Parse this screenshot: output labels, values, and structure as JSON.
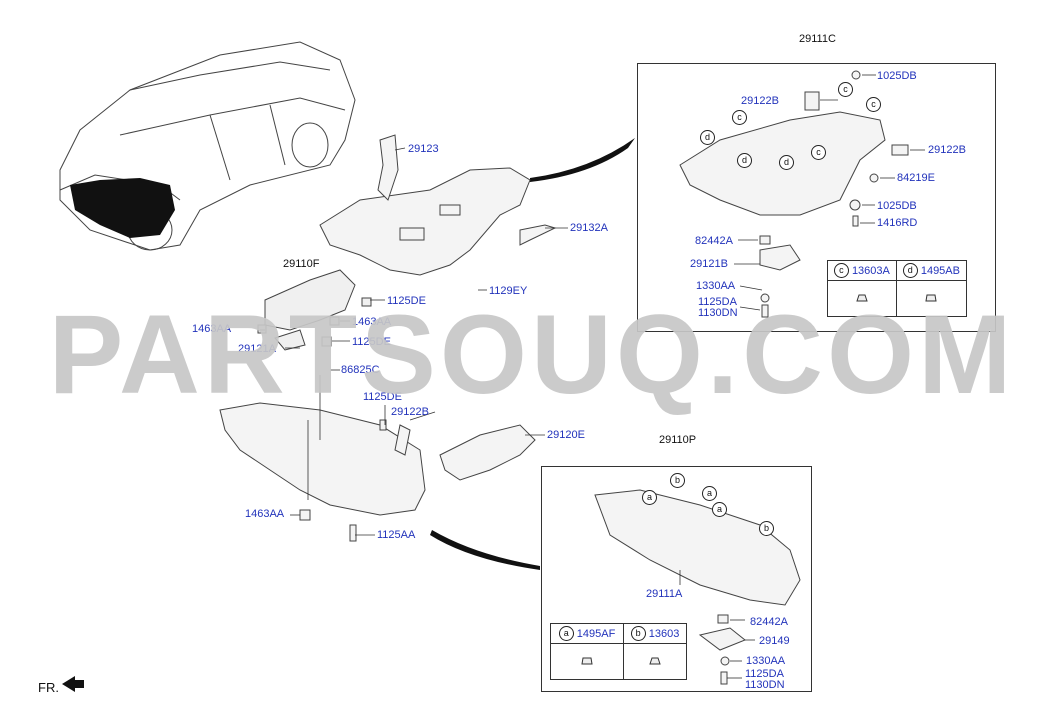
{
  "watermark": "PARTSOUQ.COM",
  "direction": "FR.",
  "labels": {
    "p29111C": "29111C",
    "p1025DB_a": "1025DB",
    "p29122B_a": "29122B",
    "p29122B_b": "29122B",
    "p84219E": "84219E",
    "p1025DB_b": "1025DB",
    "p1416RD": "1416RD",
    "p82442A_a": "82442A",
    "p29121B": "29121B",
    "p1330AA_a": "1330AA",
    "p1125DA_a": "1125DA",
    "p1130DN_a": "1130DN",
    "p29123": "29123",
    "p29132A": "29132A",
    "p1129EY": "1129EY",
    "p29110F": "29110F",
    "p1125DE_a": "1125DE",
    "p1463AA_a": "1463AA",
    "p1463AA_b": "1463AA",
    "p29121A": "29121A",
    "p1125DE_b": "1125DE",
    "p86825C": "86825C",
    "p1125DE_c": "1125DE",
    "p29122B_c": "29122B",
    "p29120E": "29120E",
    "p1463AA_c": "1463AA",
    "p1125AA": "1125AA",
    "p29110P": "29110P",
    "p29111A": "29111A",
    "p82442A_b": "82442A",
    "p29149": "29149",
    "p1330AA_b": "1330AA",
    "p1125DA_b": "1125DA",
    "p1130DN_b": "1130DN"
  },
  "legend_top": {
    "c_letter": "c",
    "c_part": "13603A",
    "d_letter": "d",
    "d_part": "1495AB"
  },
  "legend_bottom": {
    "a_letter": "a",
    "a_part": "1495AF",
    "b_letter": "b",
    "b_part": "13603"
  },
  "callouts": {
    "c": "c",
    "d": "d",
    "a": "a",
    "b": "b"
  },
  "colors": {
    "link": "#2233bb",
    "line": "#333333",
    "watermark": "#c7c7c7"
  }
}
